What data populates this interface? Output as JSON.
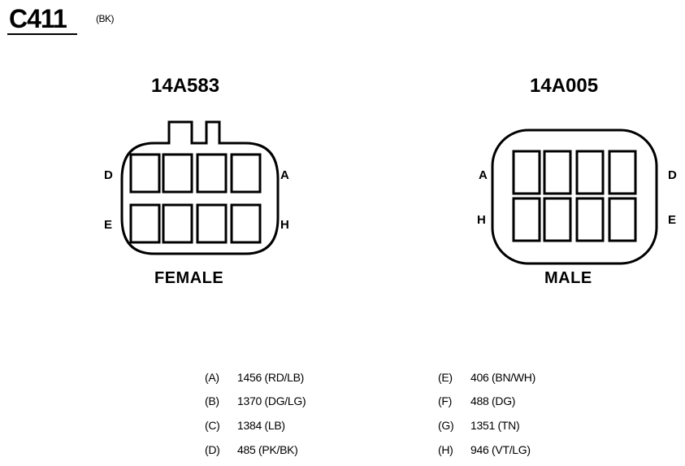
{
  "connector": {
    "id": "C411",
    "color": "(BK)"
  },
  "views": {
    "left": {
      "part_number": "14A583",
      "gender": "FEMALE",
      "pin_labels": {
        "top_left": "D",
        "bottom_left": "E",
        "top_right": "A",
        "bottom_right": "H"
      }
    },
    "right": {
      "part_number": "14A005",
      "gender": "MALE",
      "pin_labels": {
        "top_left": "A",
        "bottom_left": "H",
        "top_right": "D",
        "bottom_right": "E"
      }
    }
  },
  "legend": {
    "left": [
      {
        "pin": "(A)",
        "circuit": "1456 (RD/LB)"
      },
      {
        "pin": "(B)",
        "circuit": "1370 (DG/LG)"
      },
      {
        "pin": "(C)",
        "circuit": "1384 (LB)"
      },
      {
        "pin": "(D)",
        "circuit": "485 (PK/BK)"
      }
    ],
    "right": [
      {
        "pin": "(E)",
        "circuit": "406 (BN/WH)"
      },
      {
        "pin": "(F)",
        "circuit": "488 (DG)"
      },
      {
        "pin": "(G)",
        "circuit": "1351 (TN)"
      },
      {
        "pin": "(H)",
        "circuit": "946 (VT/LG)"
      }
    ]
  }
}
